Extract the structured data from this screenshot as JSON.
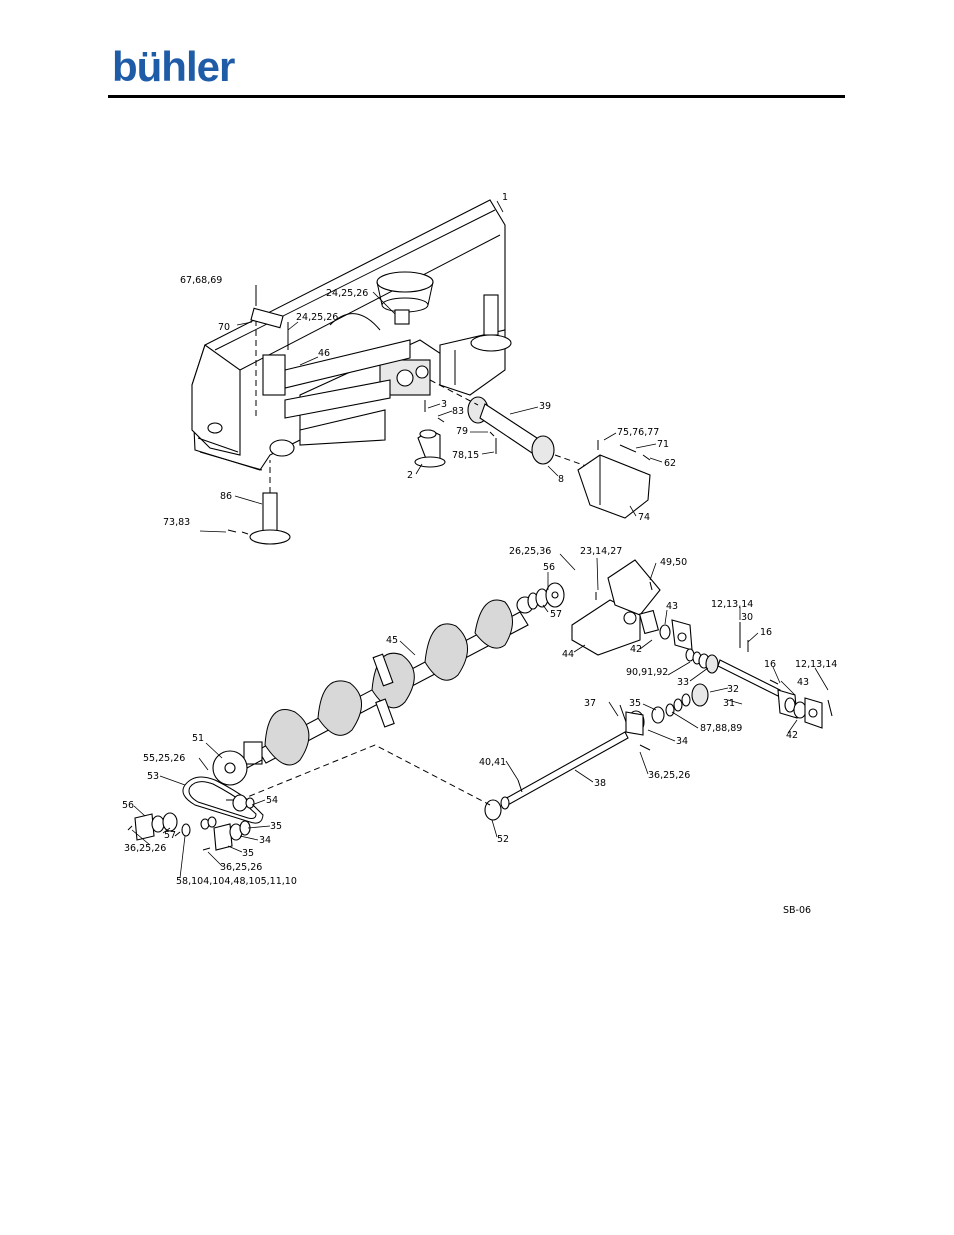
{
  "header": {
    "logo_text": "bühler",
    "logo_color": "#1f5ca8",
    "rule_color": "#000000"
  },
  "drawing": {
    "code": "SB-06",
    "callouts": [
      {
        "id": "c1",
        "text": "1"
      },
      {
        "id": "c2",
        "text": "67,68,69"
      },
      {
        "id": "c3",
        "text": "24,25,26"
      },
      {
        "id": "c4",
        "text": "70"
      },
      {
        "id": "c5",
        "text": "24,25,26"
      },
      {
        "id": "c6",
        "text": "46"
      },
      {
        "id": "c7",
        "text": "3"
      },
      {
        "id": "c8",
        "text": "83"
      },
      {
        "id": "c9",
        "text": "39"
      },
      {
        "id": "c10",
        "text": "79"
      },
      {
        "id": "c11",
        "text": "78,15"
      },
      {
        "id": "c12",
        "text": "2"
      },
      {
        "id": "c13",
        "text": "8"
      },
      {
        "id": "c14",
        "text": "75,76,77"
      },
      {
        "id": "c15",
        "text": "71"
      },
      {
        "id": "c16",
        "text": "62"
      },
      {
        "id": "c17",
        "text": "74"
      },
      {
        "id": "c18",
        "text": "86"
      },
      {
        "id": "c19",
        "text": "73,83"
      },
      {
        "id": "c20",
        "text": "26,25,36"
      },
      {
        "id": "c21",
        "text": "23,14,27"
      },
      {
        "id": "c22",
        "text": "49,50"
      },
      {
        "id": "c23",
        "text": "56"
      },
      {
        "id": "c24",
        "text": "57"
      },
      {
        "id": "c25",
        "text": "43"
      },
      {
        "id": "c26",
        "text": "12,13,14"
      },
      {
        "id": "c27",
        "text": "30"
      },
      {
        "id": "c28",
        "text": "16"
      },
      {
        "id": "c29",
        "text": "45"
      },
      {
        "id": "c30",
        "text": "42"
      },
      {
        "id": "c31",
        "text": "44"
      },
      {
        "id": "c32",
        "text": "90,91,92"
      },
      {
        "id": "c33",
        "text": "33"
      },
      {
        "id": "c34",
        "text": "16"
      },
      {
        "id": "c35",
        "text": "12,13,14"
      },
      {
        "id": "c36",
        "text": "43"
      },
      {
        "id": "c37",
        "text": "32"
      },
      {
        "id": "c38",
        "text": "31"
      },
      {
        "id": "c39",
        "text": "37"
      },
      {
        "id": "c40",
        "text": "35"
      },
      {
        "id": "c41",
        "text": "87,88,89"
      },
      {
        "id": "c42",
        "text": "34"
      },
      {
        "id": "c43",
        "text": "42"
      },
      {
        "id": "c44",
        "text": "51"
      },
      {
        "id": "c45",
        "text": "55,25,26"
      },
      {
        "id": "c46",
        "text": "53"
      },
      {
        "id": "c47",
        "text": "40,41"
      },
      {
        "id": "c48",
        "text": "36,25,26"
      },
      {
        "id": "c49",
        "text": "38"
      },
      {
        "id": "c50",
        "text": "54"
      },
      {
        "id": "c51",
        "text": "56"
      },
      {
        "id": "c52",
        "text": "57"
      },
      {
        "id": "c53",
        "text": "35"
      },
      {
        "id": "c54",
        "text": "36,25,26"
      },
      {
        "id": "c55",
        "text": "34"
      },
      {
        "id": "c56",
        "text": "35"
      },
      {
        "id": "c57",
        "text": "52"
      },
      {
        "id": "c58",
        "text": "36,25,26"
      },
      {
        "id": "c59",
        "text": "58,104,104,48,105,11,10"
      }
    ]
  }
}
